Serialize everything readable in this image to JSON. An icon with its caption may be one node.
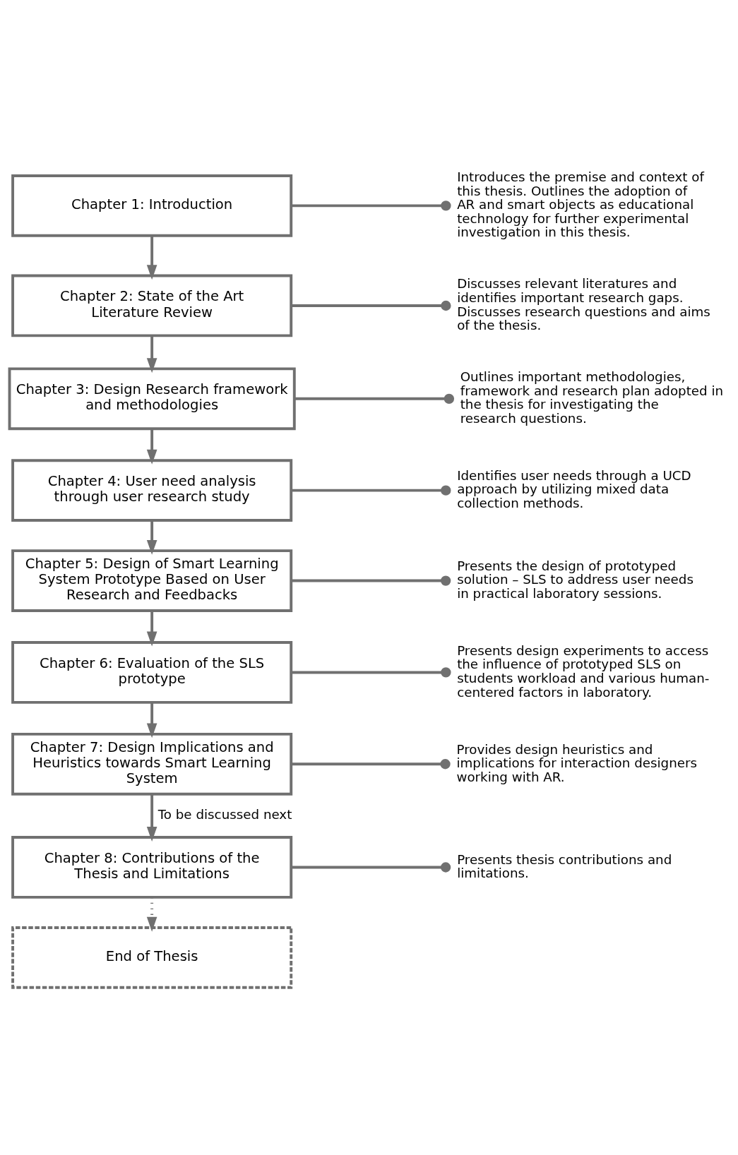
{
  "diagram": {
    "nodes": [
      {
        "text": [
          "Chapter 1: Introduction"
        ]
      },
      {
        "text": [
          "Introduces the premise and context of this thesis. Outlines the adoption of AR and smart objects as educational technology for further experimental investigation in this thesis."
        ]
      },
      {
        "text": [
          "Chapter 2: State of the Art Literature Review"
        ]
      },
      {
        "text": [
          "Discusses relevant literatures and identifies important research gaps. Discusses research questions and aims of the thesis."
        ]
      },
      {
        "text": [
          "Chapter 3: Design Research framework and methodologies"
        ]
      },
      {
        "text": [
          "Outlines important methodologies, framework and research plan adopted in the thesis for investigating the research questions."
        ]
      },
      {
        "text": [
          "Chapter 4: User need analysis through user research study"
        ]
      },
      {
        "text": [
          "Identifies user needs through a UCD approach by utilizing mixed data collection methods."
        ]
      },
      {
        "text": [
          "Chapter 5: Design of Smart Learning System Prototype Based on User Research and Feedbacks"
        ]
      },
      {
        "text": [
          "Presents the design of prototyped solution – SLS to address user needs in practical laboratory sessions."
        ]
      },
      {
        "text": [
          "Chapter 6: Evaluation of the SLS prototype"
        ]
      },
      {
        "text": [
          "Presents design experiments to access the influence of prototyped SLS on students workload and various human-centered factors in laboratory."
        ]
      },
      {
        "text": [
          "Chapter 7: Design Implications and Heuristics towards Smart Learning System"
        ]
      },
      {
        "text": [
          "Provides design heuristics and implications for interaction designers working with AR."
        ]
      },
      {
        "text": [
          "Chapter 8: Contributions of the Thesis and Limitations"
        ]
      },
      {
        "text": [
          "Presents thesis contributions and limitations."
        ]
      },
      {
        "text": [
          "End of Thesis"
        ]
      }
    ],
    "edges": [
      {
        "from": 0,
        "to": 1,
        "arrow": "other"
      },
      {
        "from": 2,
        "to": 3,
        "arrow": "other"
      },
      {
        "from": 4,
        "to": 5,
        "arrow": "other"
      },
      {
        "from": 6,
        "to": 7,
        "arrow": "other"
      },
      {
        "from": 8,
        "to": 9,
        "arrow": "other"
      },
      {
        "from": 10,
        "to": 11,
        "arrow": "other"
      },
      {
        "from": 12,
        "to": 13,
        "arrow": "other"
      },
      {
        "from": 14,
        "to": 15,
        "arrow": "other"
      },
      {
        "from": 0,
        "to": 2,
        "arrow": "to"
      },
      {
        "from": 2,
        "to": 4,
        "arrow": "to"
      },
      {
        "from": 4,
        "to": 6,
        "arrow": "to"
      },
      {
        "from": 6,
        "to": 8,
        "arrow": "to"
      },
      {
        "from": 8,
        "to": 10,
        "arrow": "to"
      },
      {
        "from": 10,
        "to": 12,
        "arrow": "to"
      },
      {
        "from": 12,
        "to": 14,
        "arrow": "to",
        "label": "To be discussed next"
      },
      {
        "from": 14,
        "to": 16,
        "arrow": "to",
        "style": "dashed"
      }
    ]
  }
}
